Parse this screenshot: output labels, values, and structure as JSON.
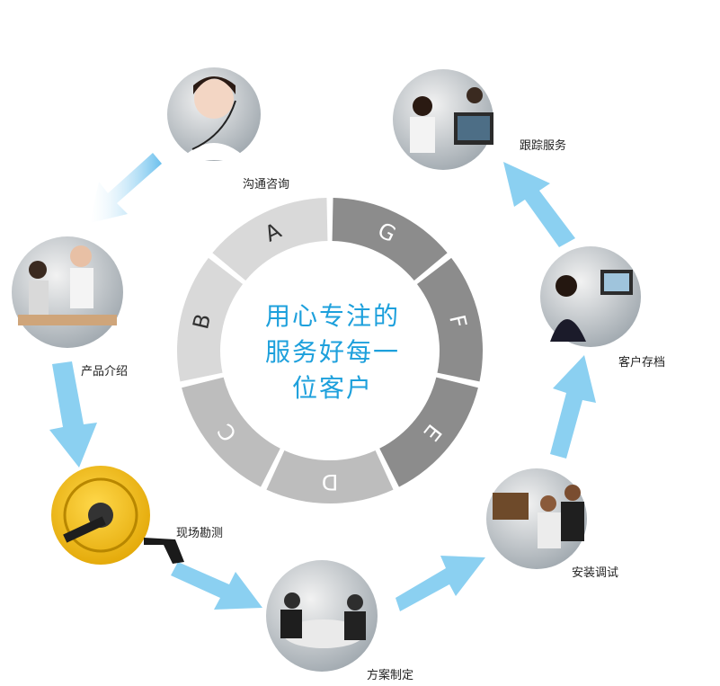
{
  "center_lines": [
    "用心专注的",
    "服务好每一",
    "位客户"
  ],
  "segments": [
    "A",
    "G",
    "F",
    "E",
    "D",
    "C",
    "B"
  ],
  "steps": [
    {
      "id": "consult",
      "label": "沟通咨询"
    },
    {
      "id": "product",
      "label": "产品介绍"
    },
    {
      "id": "survey",
      "label": "现场勘测"
    },
    {
      "id": "plan",
      "label": "方案制定"
    },
    {
      "id": "install",
      "label": "安装调试"
    },
    {
      "id": "archive",
      "label": "客户存档"
    },
    {
      "id": "follow",
      "label": "跟踪服务"
    }
  ],
  "colors": {
    "center_text": "#1da0dc",
    "arrow": "#6ec4ee",
    "segment_light": "#d9d9d9",
    "segment_mid": "#bdbdbd",
    "segment_dark": "#8c8c8c"
  }
}
